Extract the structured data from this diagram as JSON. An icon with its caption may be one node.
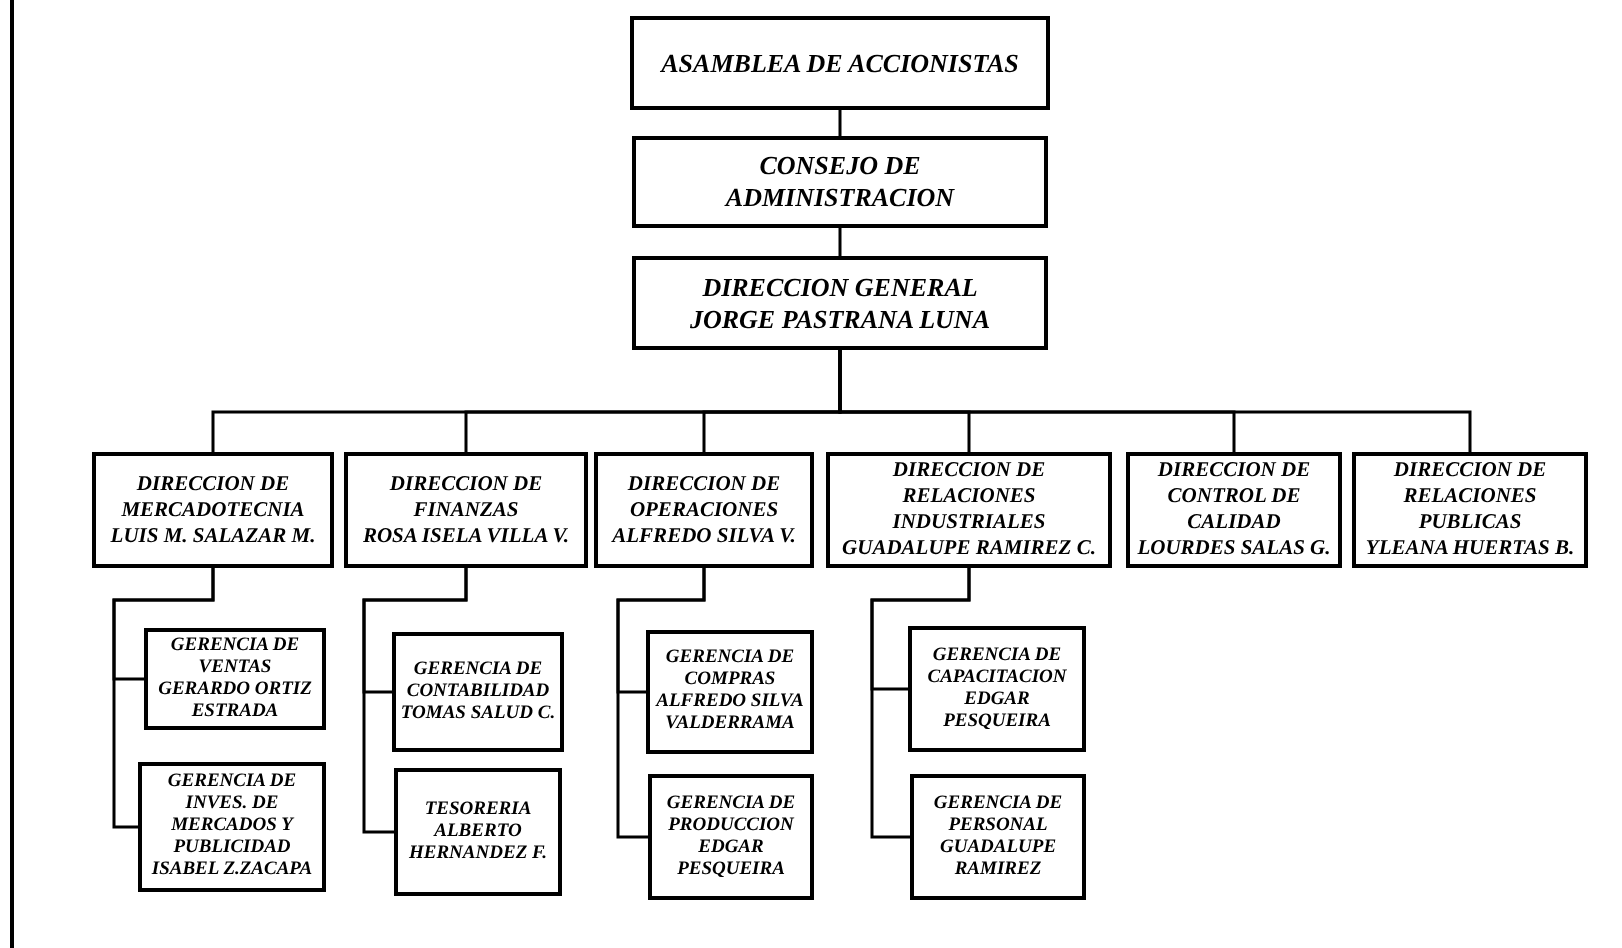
{
  "diagram": {
    "nodes": [
      {
        "text": [
          "ASAMBLEA DE ACCIONISTAS"
        ]
      },
      {
        "text": [
          "CONSEJO DE ADMINISTRACION"
        ]
      },
      {
        "text": [
          "DIRECCION GENERAL",
          "JORGE PASTRANA LUNA"
        ]
      },
      {
        "text": [
          "DIRECCION DE MERCADOTECNIA",
          "LUIS M. SALAZAR M."
        ]
      },
      {
        "text": [
          "DIRECCION DE FINANZAS",
          "ROSA ISELA VILLA V."
        ]
      },
      {
        "text": [
          "DIRECCION DE OPERACIONES",
          "ALFREDO SILVA V."
        ]
      },
      {
        "text": [
          "DIRECCION DE RELACIONES INDUSTRIALES",
          "GUADALUPE RAMIREZ C."
        ]
      },
      {
        "text": [
          "DIRECCION DE CONTROL DE CALIDAD",
          "LOURDES SALAS G."
        ]
      },
      {
        "text": [
          "DIRECCION DE RELACIONES PUBLICAS",
          "YLEANA HUERTAS B."
        ]
      },
      {
        "text": [
          "GERENCIA DE VENTAS",
          "GERARDO ORTIZ ESTRADA"
        ]
      },
      {
        "text": [
          "GERENCIA DE CONTABILIDAD",
          "TOMAS SALUD C."
        ]
      },
      {
        "text": [
          "GERENCIA DE COMPRAS",
          "ALFREDO SILVA VALDERRAMA"
        ]
      },
      {
        "text": [
          "GERENCIA DE CAPACITACION",
          "EDGAR PESQUEIRA"
        ]
      },
      {
        "text": [
          "GERENCIA DE INVES. DE MERCADOS Y PUBLICIDAD",
          "ISABEL Z.ZACAPA"
        ]
      },
      {
        "text": [
          "TESORERIA",
          "ALBERTO HERNANDEZ F."
        ]
      },
      {
        "text": [
          "GERENCIA DE PRODUCCION",
          "EDGAR PESQUEIRA"
        ]
      },
      {
        "text": [
          "GERENCIA DE PERSONAL",
          "GUADALUPE RAMIREZ"
        ]
      }
    ],
    "edges": [
      {
        "from": 0,
        "to": 1,
        "arrow": "none"
      },
      {
        "from": 1,
        "to": 2,
        "arrow": "none"
      },
      {
        "from": 2,
        "to": 3,
        "arrow": "none"
      },
      {
        "from": 2,
        "to": 4,
        "arrow": "none"
      },
      {
        "from": 2,
        "to": 5,
        "arrow": "none"
      },
      {
        "from": 2,
        "to": 6,
        "arrow": "none"
      },
      {
        "from": 2,
        "to": 7,
        "arrow": "none"
      },
      {
        "from": 2,
        "to": 8,
        "arrow": "none"
      },
      {
        "from": 3,
        "to": 9,
        "arrow": "none"
      },
      {
        "from": 3,
        "to": 13,
        "arrow": "none"
      },
      {
        "from": 4,
        "to": 10,
        "arrow": "none"
      },
      {
        "from": 4,
        "to": 14,
        "arrow": "none"
      },
      {
        "from": 5,
        "to": 11,
        "arrow": "none"
      },
      {
        "from": 5,
        "to": 15,
        "arrow": "none"
      },
      {
        "from": 6,
        "to": 12,
        "arrow": "none"
      },
      {
        "from": 6,
        "to": 16,
        "arrow": "none"
      }
    ]
  }
}
